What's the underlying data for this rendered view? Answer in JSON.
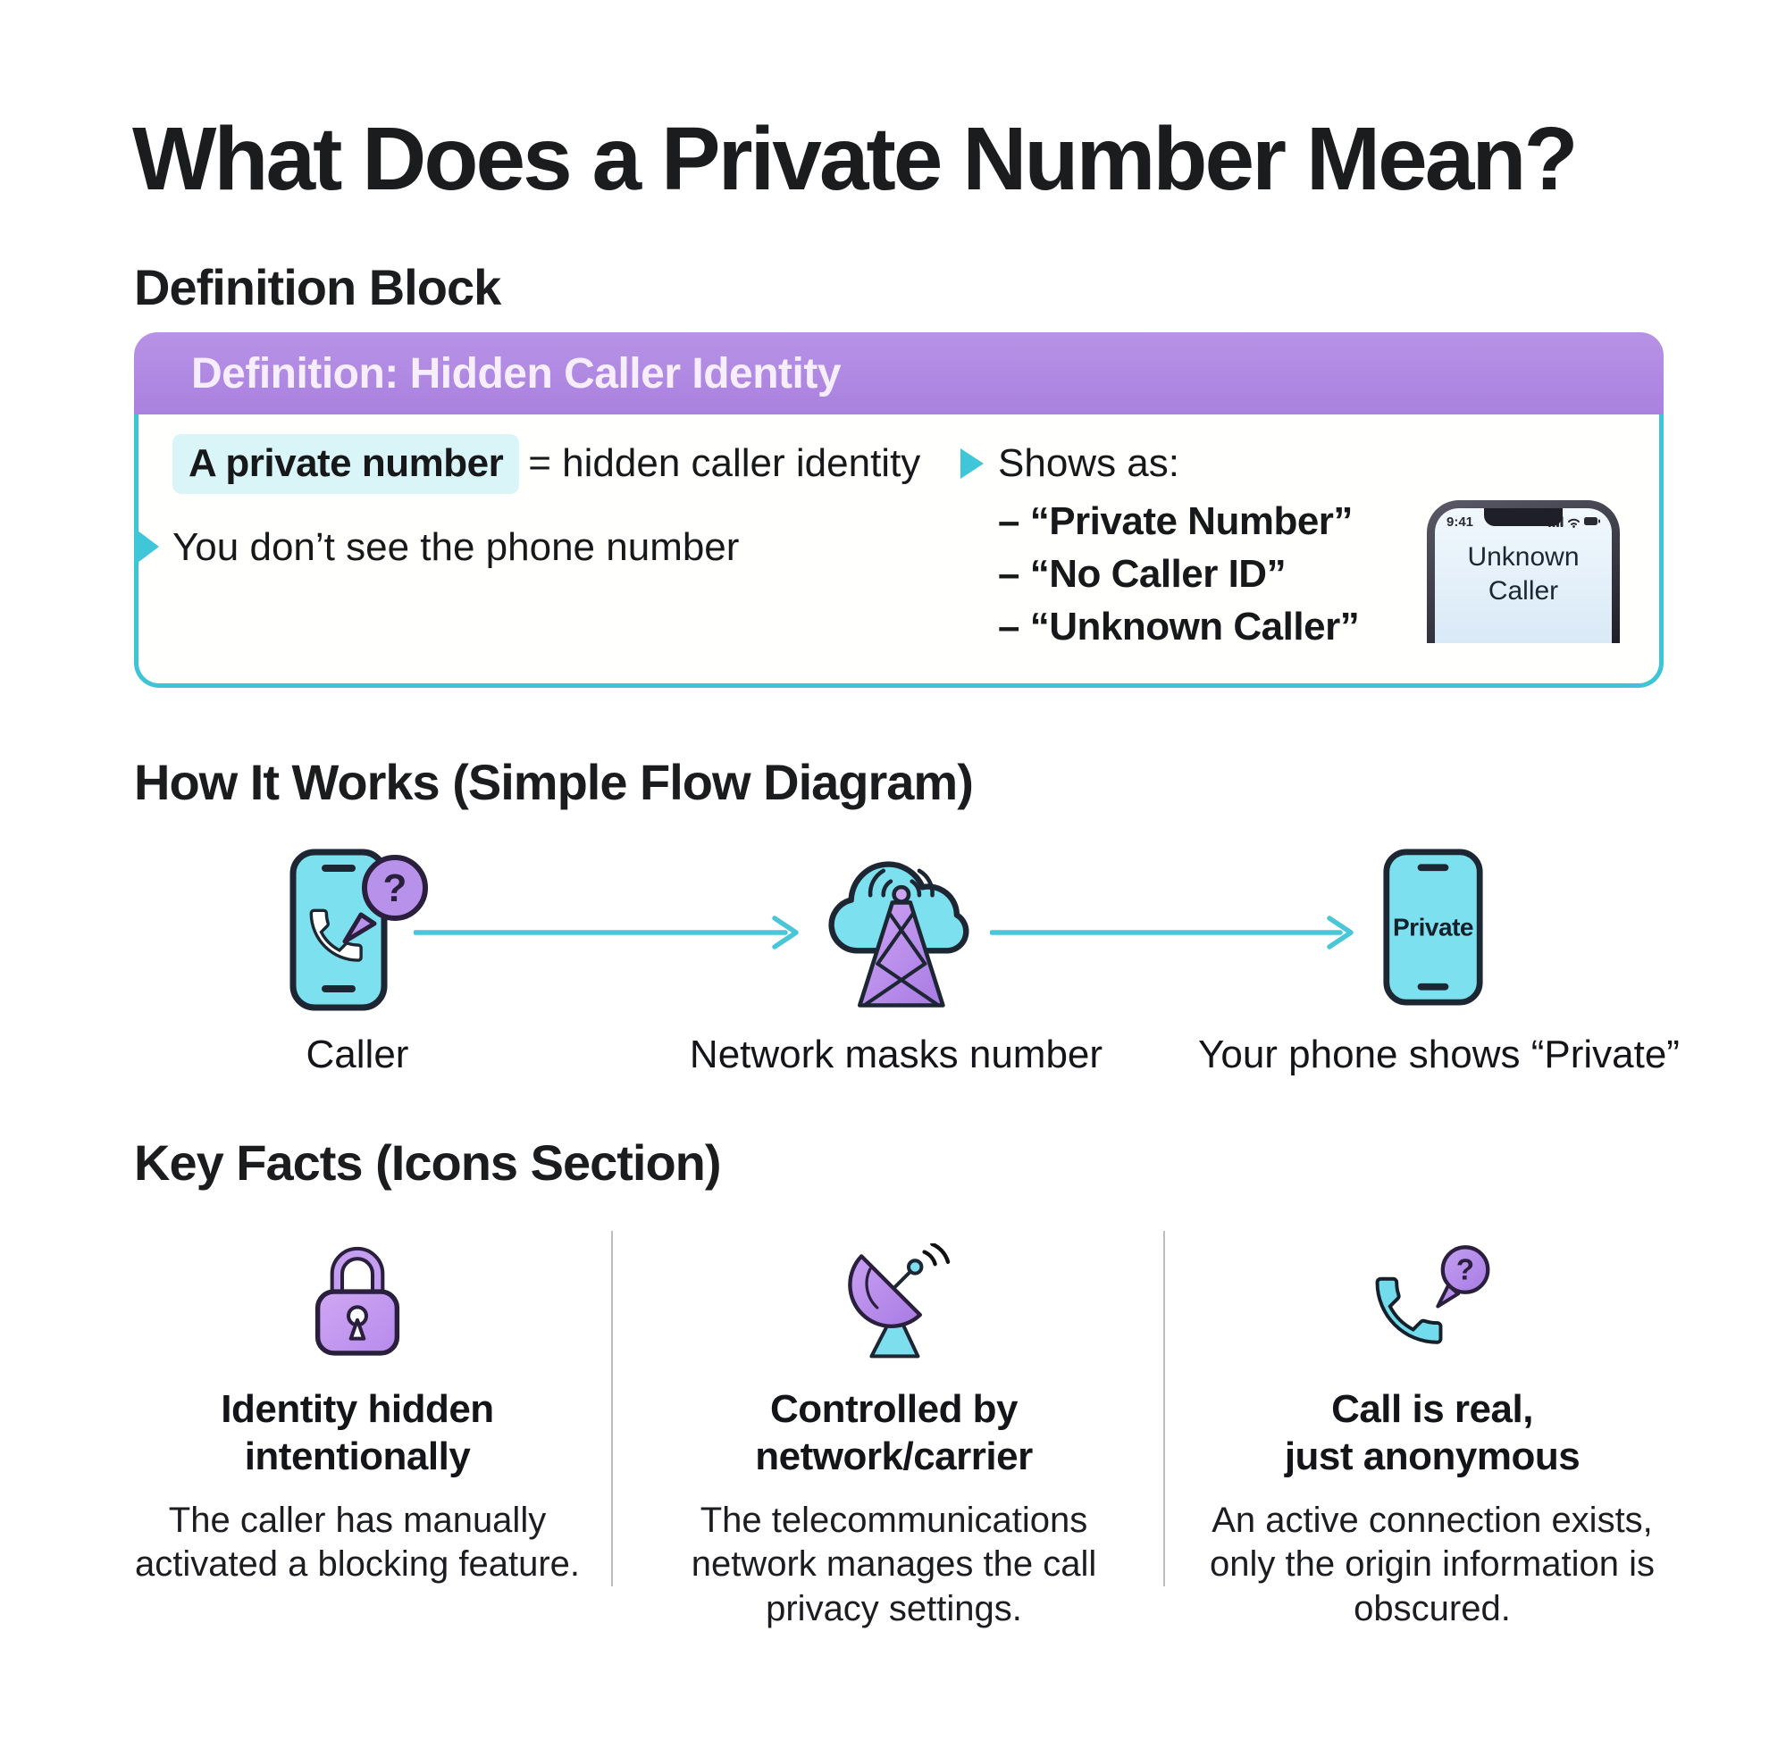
{
  "page": {
    "title": "What Does a Private Number Mean?"
  },
  "definition_section": {
    "heading": "Definition Block",
    "box": {
      "header": "Definition: Hidden Caller Identity",
      "term": "A private number",
      "term_definition": "= hidden caller identity",
      "secondary_line": "You don’t see the phone number",
      "shows_as_label": "Shows as:",
      "shows_as_items": [
        "– “Private Number”",
        "– “No Caller ID”",
        "– “Unknown Caller”"
      ],
      "phone_mockup": {
        "time": "9:41",
        "screen_label": "Unknown Caller"
      }
    }
  },
  "flow_section": {
    "heading": "How It Works (Simple Flow Diagram)",
    "steps": [
      {
        "label": "Caller"
      },
      {
        "label": "Network masks number"
      },
      {
        "label": "Your phone shows “Private”",
        "phone_screen_text": "Private"
      }
    ]
  },
  "facts_section": {
    "heading": "Key Facts (Icons Section)",
    "facts": [
      {
        "title_line1": "Identity hidden",
        "title_line2": "intentionally",
        "description": "The caller has manually activated a blocking feature."
      },
      {
        "title_line1": "Controlled by",
        "title_line2": "network/carrier",
        "description": "The telecommunications network manages the call privacy settings."
      },
      {
        "title_line1": "Call is real,",
        "title_line2": "just anonymous",
        "description": "An active connection exists, only the origin information is obscured."
      }
    ]
  },
  "icons": {
    "question_mark": "?"
  },
  "colors": {
    "accent_cyan": "#3fc3d6",
    "accent_purple": "#ad84e1",
    "highlight_cyan": "#d9f5f8",
    "icon_cyan": "#7ce0ef",
    "icon_purple": "#bb93ec",
    "text": "#17181a"
  }
}
